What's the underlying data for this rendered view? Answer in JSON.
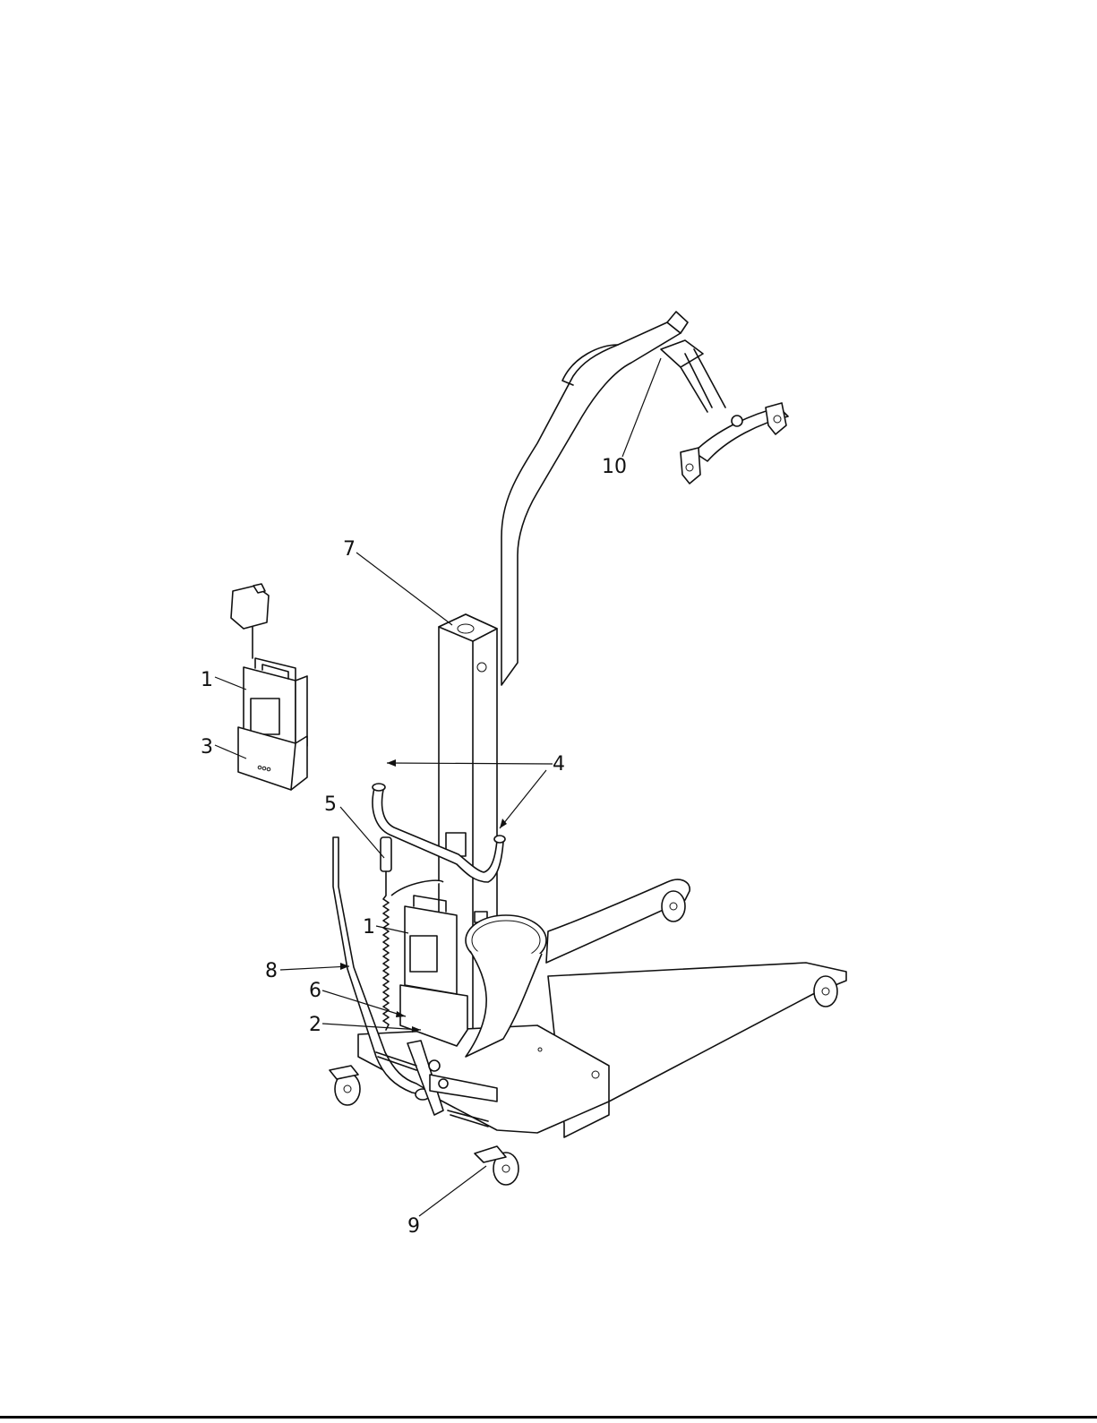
{
  "diagram": {
    "callouts": [
      {
        "id": "callout-1-charger",
        "label": "1"
      },
      {
        "id": "callout-3",
        "label": "3"
      },
      {
        "id": "callout-7",
        "label": "7"
      },
      {
        "id": "callout-10",
        "label": "10"
      },
      {
        "id": "callout-4",
        "label": "4"
      },
      {
        "id": "callout-5",
        "label": "5"
      },
      {
        "id": "callout-1-mast",
        "label": "1"
      },
      {
        "id": "callout-8",
        "label": "8"
      },
      {
        "id": "callout-6",
        "label": "6"
      },
      {
        "id": "callout-2",
        "label": "2"
      },
      {
        "id": "callout-9",
        "label": "9"
      }
    ]
  }
}
